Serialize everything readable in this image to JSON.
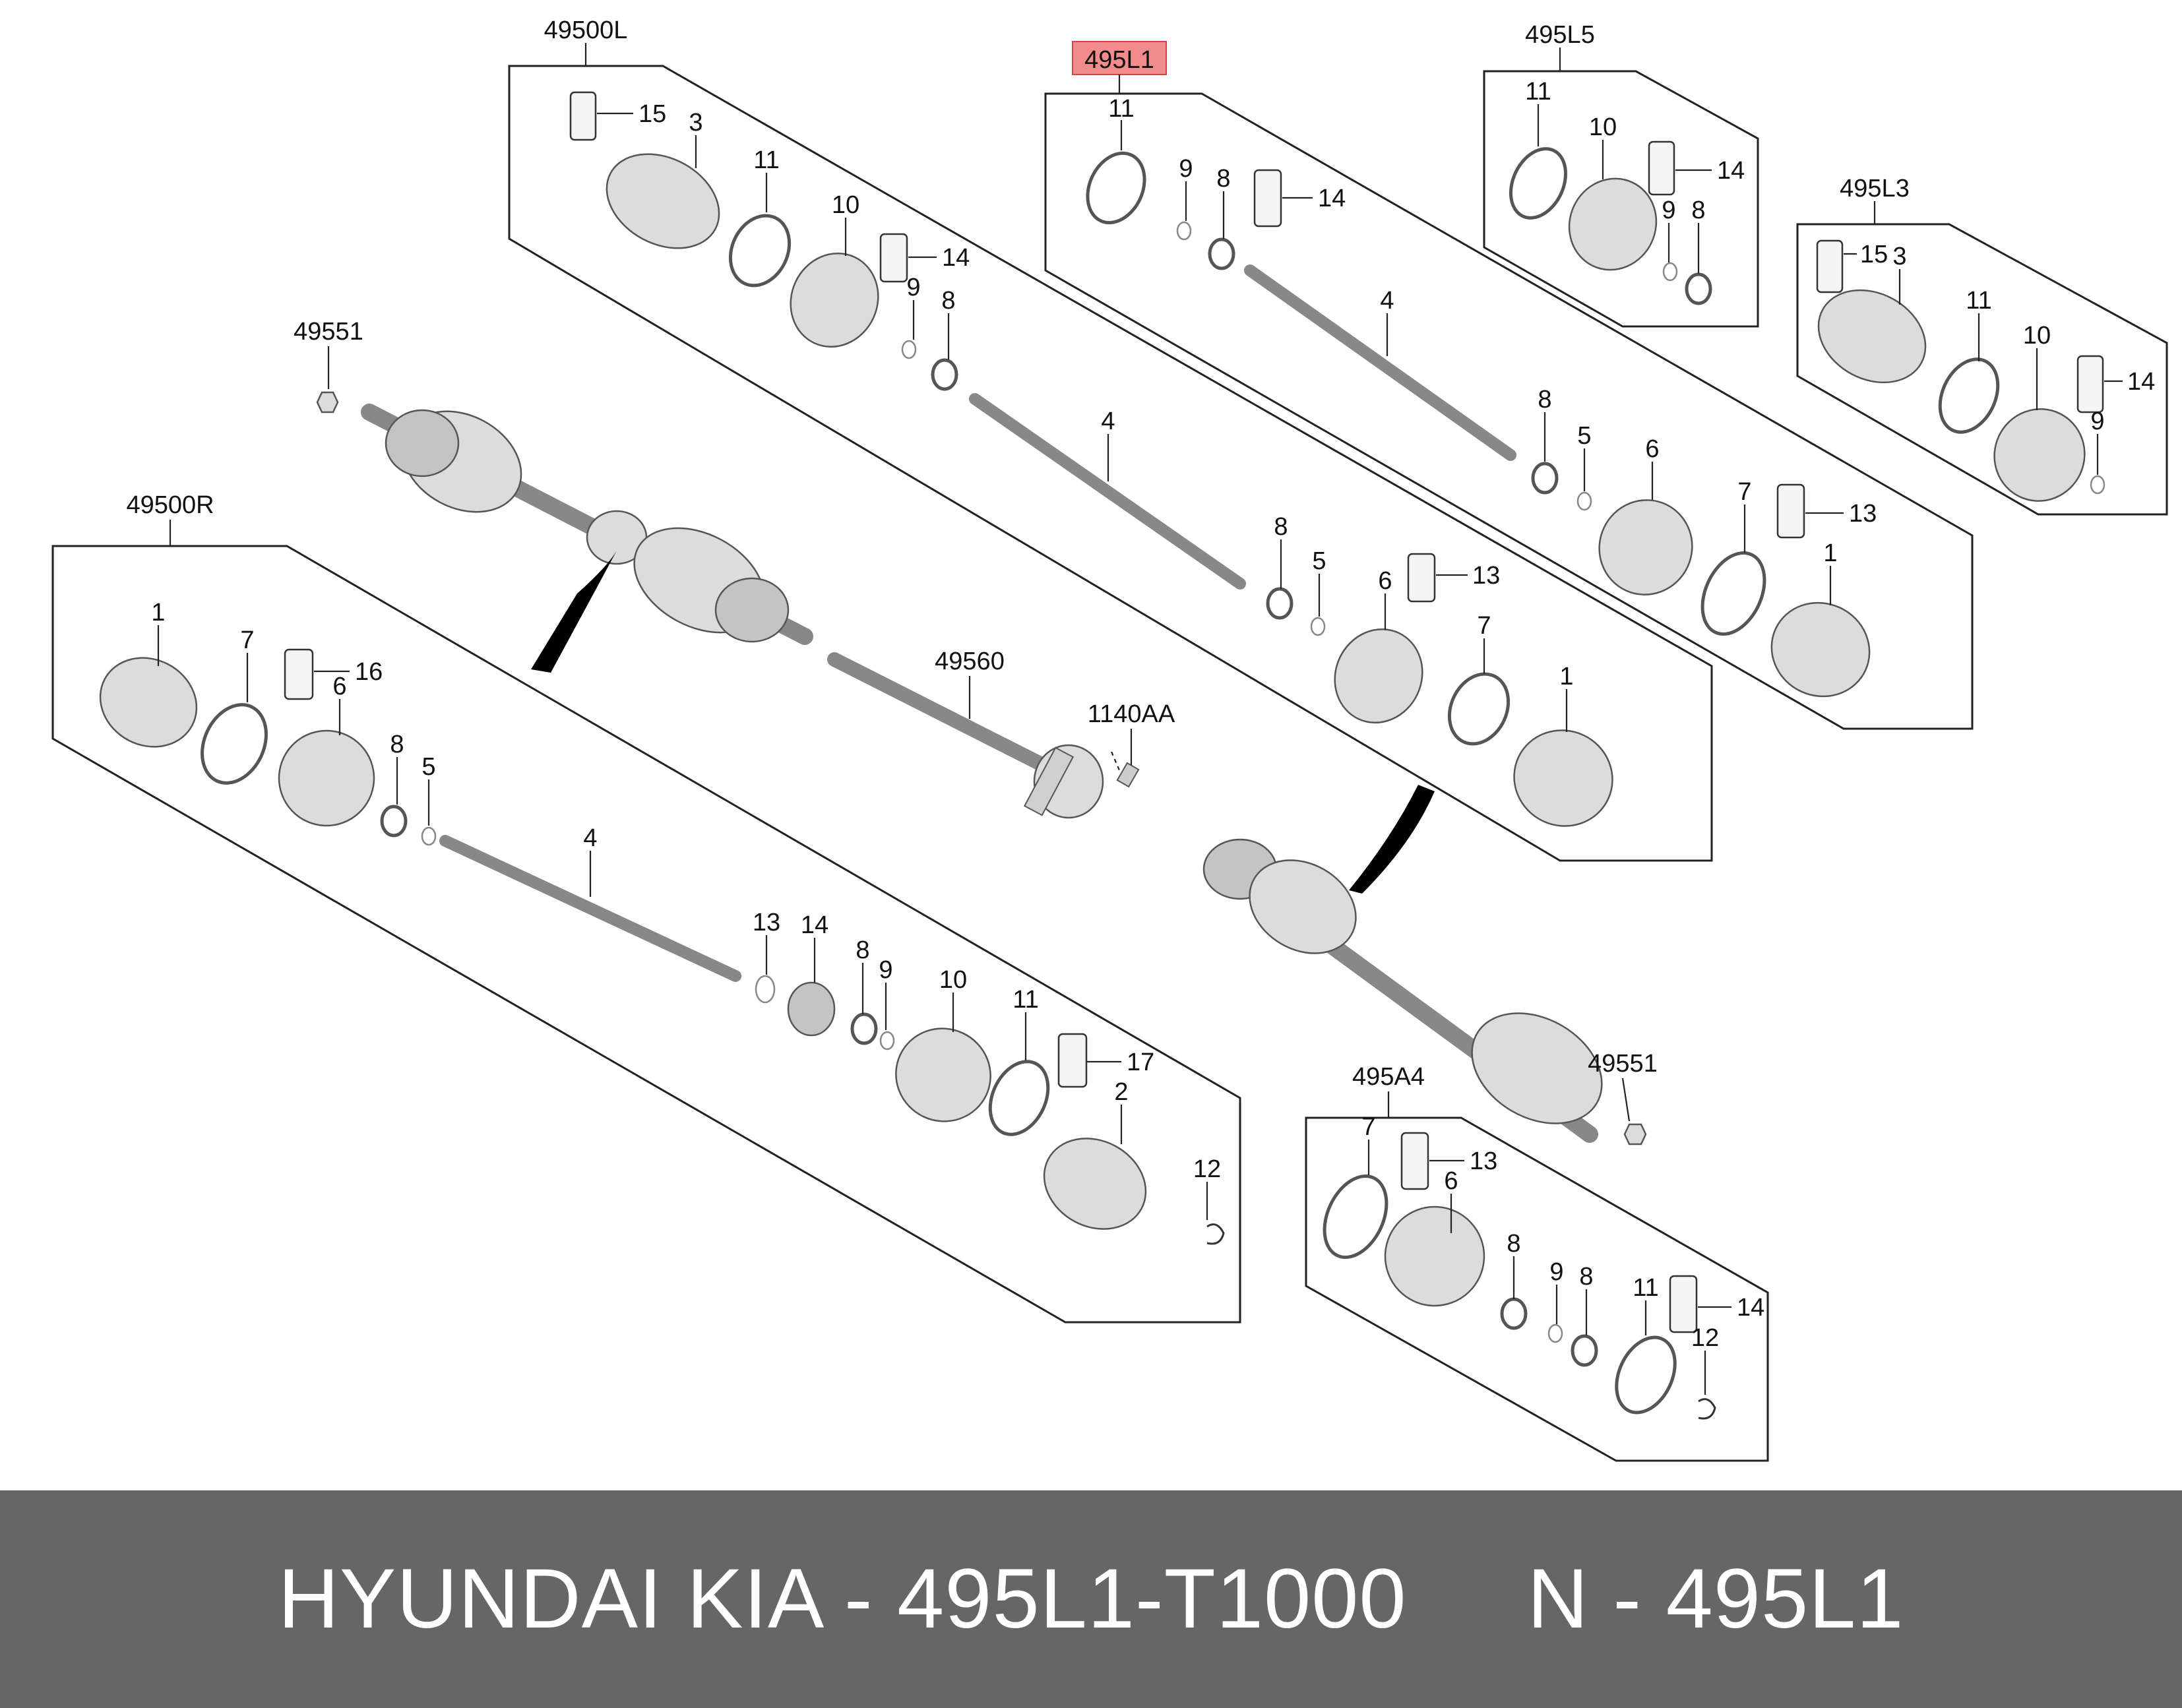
{
  "groups": {
    "g49500L": "49500L",
    "g495L1": "495L1",
    "g495L5": "495L5",
    "g495L3": "495L3",
    "g49500R": "49500R",
    "g495A4": "495A4"
  },
  "standalone": {
    "p49551_top": "49551",
    "p49560": "49560",
    "p1140AA": "1140AA",
    "p49551_bottom": "49551"
  },
  "callouts": {
    "n1": "1",
    "n2": "2",
    "n3": "3",
    "n4": "4",
    "n5": "5",
    "n6": "6",
    "n7": "7",
    "n8": "8",
    "n9": "9",
    "n10": "10",
    "n11": "11",
    "n12": "12",
    "n13": "13",
    "n14": "14",
    "n15": "15",
    "n16": "16",
    "n17": "17"
  },
  "colors": {
    "highlight": "#f28b8b",
    "footer_bg": "#666666",
    "footer_text": "#ffffff"
  },
  "footer": {
    "text": "HYUNDAI KIA - 495L1-T1000     N - 495L1"
  }
}
